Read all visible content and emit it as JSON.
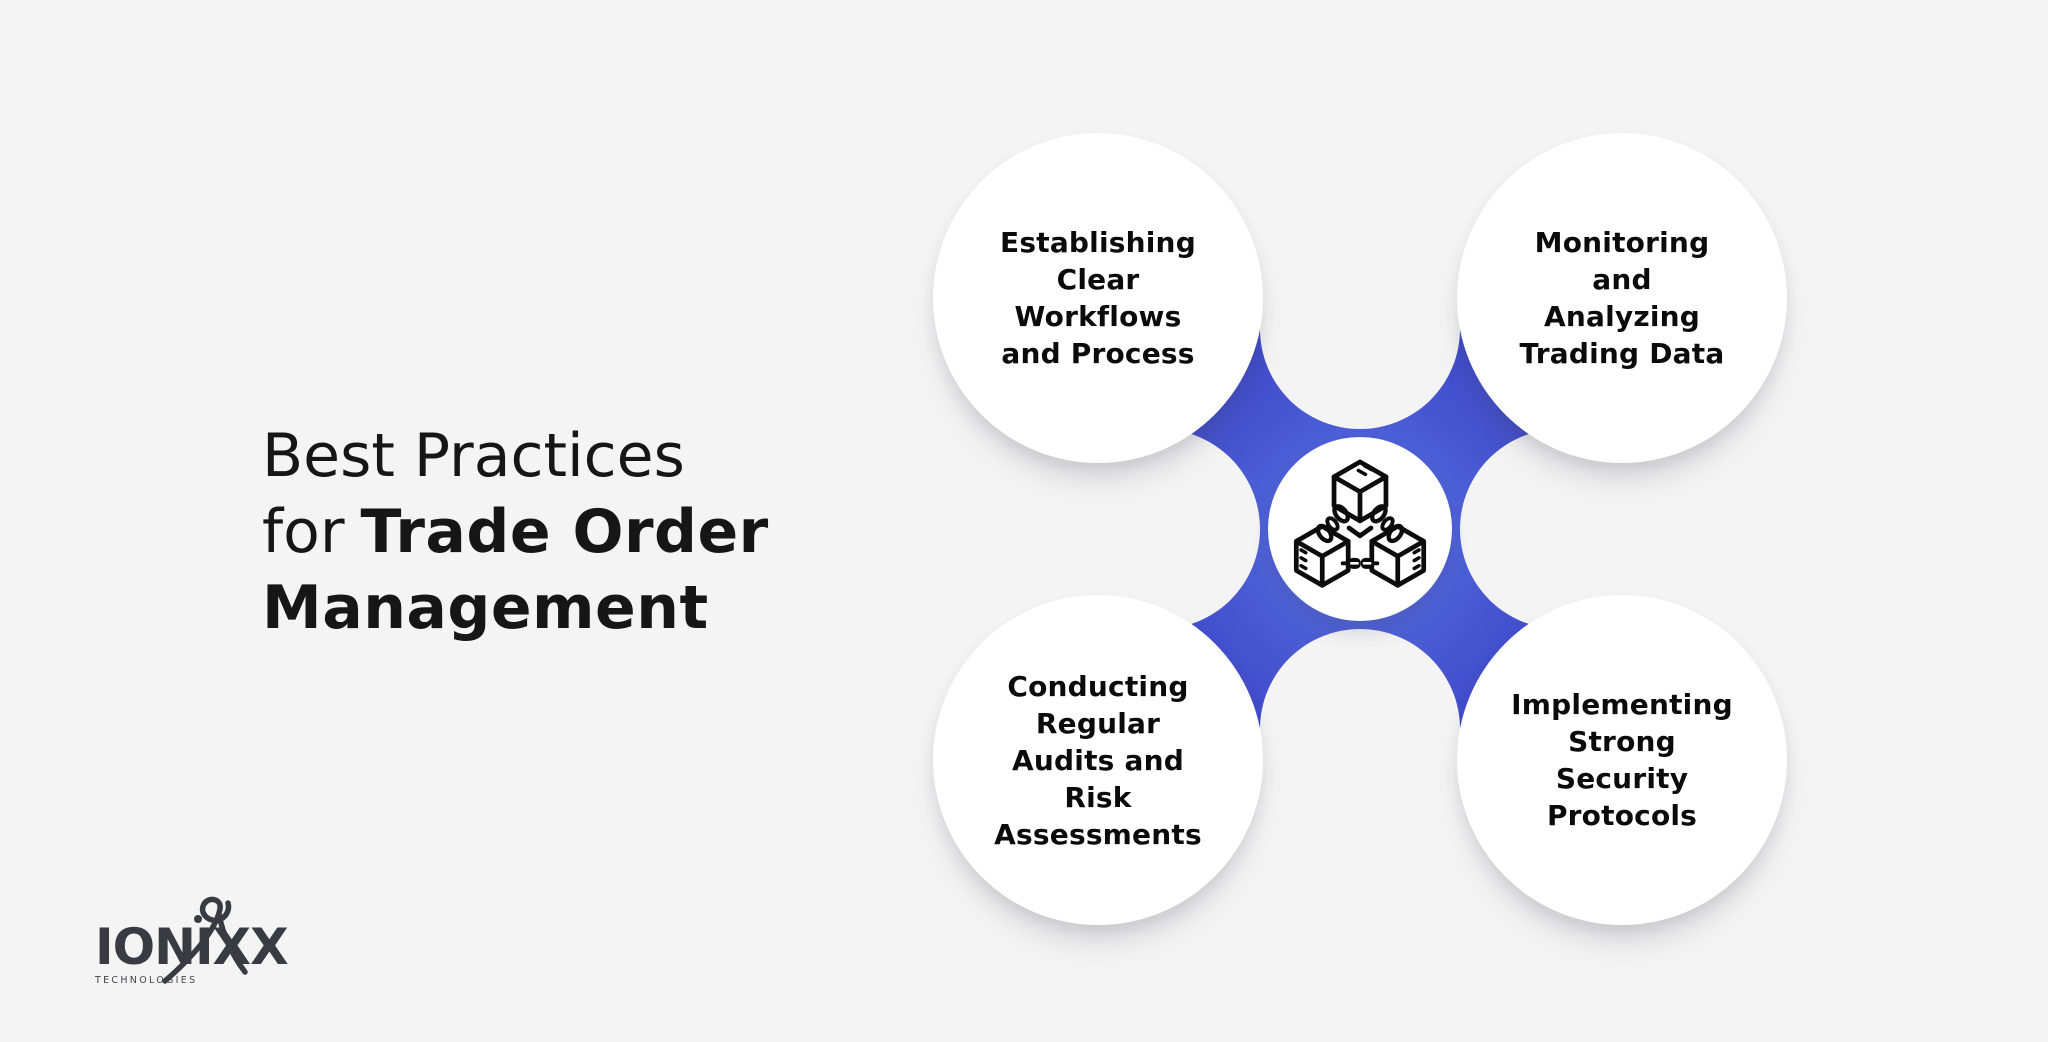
{
  "title": {
    "line1": "Best Practices",
    "line2_light": "for",
    "line2_bold": "Trade Order",
    "line3_bold": "Management"
  },
  "nodes": [
    {
      "id": "establishing-clear-workflows",
      "lines": [
        "Establishing",
        "Clear",
        "Workflows",
        "and Process"
      ]
    },
    {
      "id": "monitoring-analyzing-trading-data",
      "lines": [
        "Monitoring",
        "and",
        "Analyzing",
        "Trading Data"
      ]
    },
    {
      "id": "conducting-audits-risk-assessments",
      "lines": [
        "Conducting",
        "Regular",
        "Audits and",
        "Risk",
        "Assessments"
      ]
    },
    {
      "id": "implementing-security-protocols",
      "lines": [
        "Implementing",
        "Strong",
        "Security",
        "Protocols"
      ]
    }
  ],
  "center": {
    "icon": "blockchain-icon"
  },
  "logo": {
    "name": "IONIXX",
    "subtitle": "TECHNOLOGIES"
  },
  "colors": {
    "background": "#f4f4f4",
    "blue_center": "#5b76e5",
    "blue_mid": "#4858d1",
    "blue_outer": "#3a3fc5",
    "title_text": "#161616",
    "node_text": "#0b0b0b",
    "icon_stroke": "#0c0c0c",
    "logo_text": "#3a3a42"
  }
}
